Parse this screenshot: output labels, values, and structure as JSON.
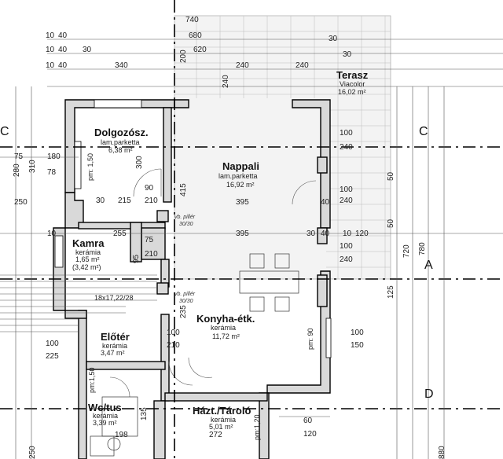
{
  "rooms": {
    "terasz": {
      "name": "Terasz",
      "floor": "Viacolor",
      "area": "16,02 m²"
    },
    "dolgozo": {
      "name": "Dolgozósz.",
      "floor": "lam.parketta",
      "area": "6,38 m²"
    },
    "nappali": {
      "name": "Nappali",
      "floor": "lam.parketta",
      "area": "16,92 m²"
    },
    "kamra": {
      "name": "Kamra",
      "floor": "kerámia",
      "area": "1,65 m²",
      "extra": "(3,42 m²)"
    },
    "konyha": {
      "name": "Konyha-étk.",
      "floor": "kerámia",
      "area": "11,72 m²"
    },
    "eloter": {
      "name": "Előtér",
      "floor": "kerámia",
      "area": "3,47 m²"
    },
    "wc": {
      "name": "Wc/tus",
      "floor": "kerámia",
      "area": "3,39 m²"
    },
    "tarolo": {
      "name": "Házt./Tároló",
      "floor": "kerámia",
      "area": "5,01 m²"
    }
  },
  "axes": {
    "c_left": "C",
    "c_right": "C",
    "a": "A",
    "d": "D"
  },
  "notes": {
    "pillar1": "vb. pillér",
    "pillar1b": "30/30",
    "pillar2": "vb. pillér",
    "pillar2b": "30/30",
    "stairs": "18x17,22/28",
    "pm150": "pm: 1,50",
    "pm90": "pm: 90",
    "pm120": "pm:1,20",
    "pm150b": "pm:1,50"
  },
  "dims": {
    "t740": "740",
    "t680": "680",
    "t620": "620",
    "t340": "340",
    "t10a": "10",
    "t40a": "40",
    "t10b": "10",
    "t40b": "40",
    "t30a": "30",
    "t10c": "10",
    "t40c": "40",
    "t200": "200",
    "t240a": "240",
    "t240b": "240",
    "t240c": "240",
    "t30b": "30",
    "t30c": "30",
    "d180": "180",
    "d78": "78",
    "d75": "75",
    "d280": "280",
    "d310": "310",
    "d300": "300",
    "d250": "250",
    "d415": "415",
    "d90": "90",
    "d210a": "210",
    "d30a": "30",
    "d215": "215",
    "d395a": "395",
    "d40a": "40",
    "d10a": "10",
    "d255": "255",
    "d75b": "75",
    "d395b": "395",
    "d120a": "120",
    "d10b": "10",
    "d30b": "30",
    "d40b": "40",
    "d210b": "210",
    "d95": "95",
    "d100a": "100",
    "d240a": "240",
    "d100b": "100",
    "d240b": "240",
    "d100c": "100",
    "d240c": "240",
    "d50a": "50",
    "d50b": "50",
    "d100d": "100",
    "d150": "150",
    "d90b": "90",
    "d100e": "100",
    "d225": "225",
    "d100f": "100",
    "d210c": "210",
    "d235": "235",
    "d125": "125",
    "d720": "720",
    "d780": "780",
    "d60": "60",
    "d120b": "120",
    "d272": "272",
    "d198": "198",
    "d135": "135",
    "d880": "880",
    "d250b": "250"
  }
}
